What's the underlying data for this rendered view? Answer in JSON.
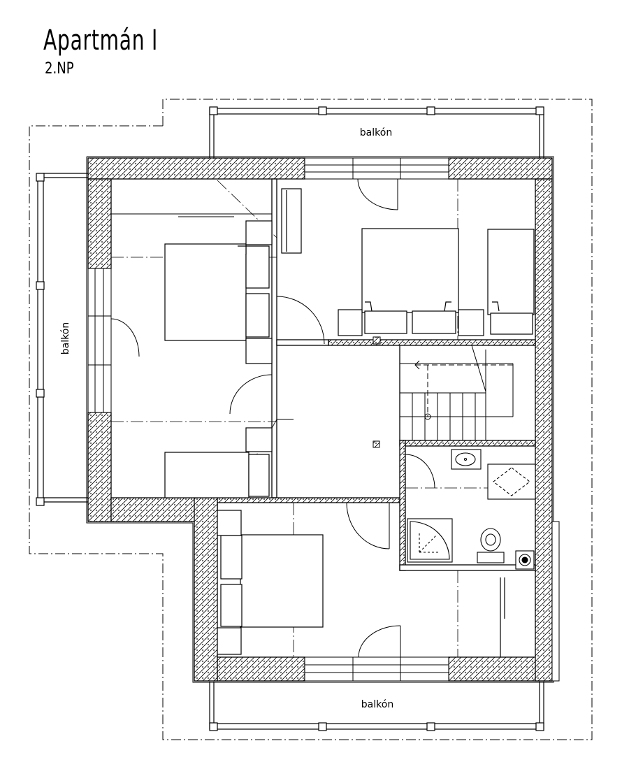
{
  "header": {
    "title": "Apartmán I",
    "subtitle": "2.NP"
  },
  "labels": {
    "balcony_top": "balkón",
    "balcony_left": "balkón",
    "balcony_bottom": "balkón"
  },
  "colors": {
    "line": "#000000",
    "background": "#ffffff"
  }
}
